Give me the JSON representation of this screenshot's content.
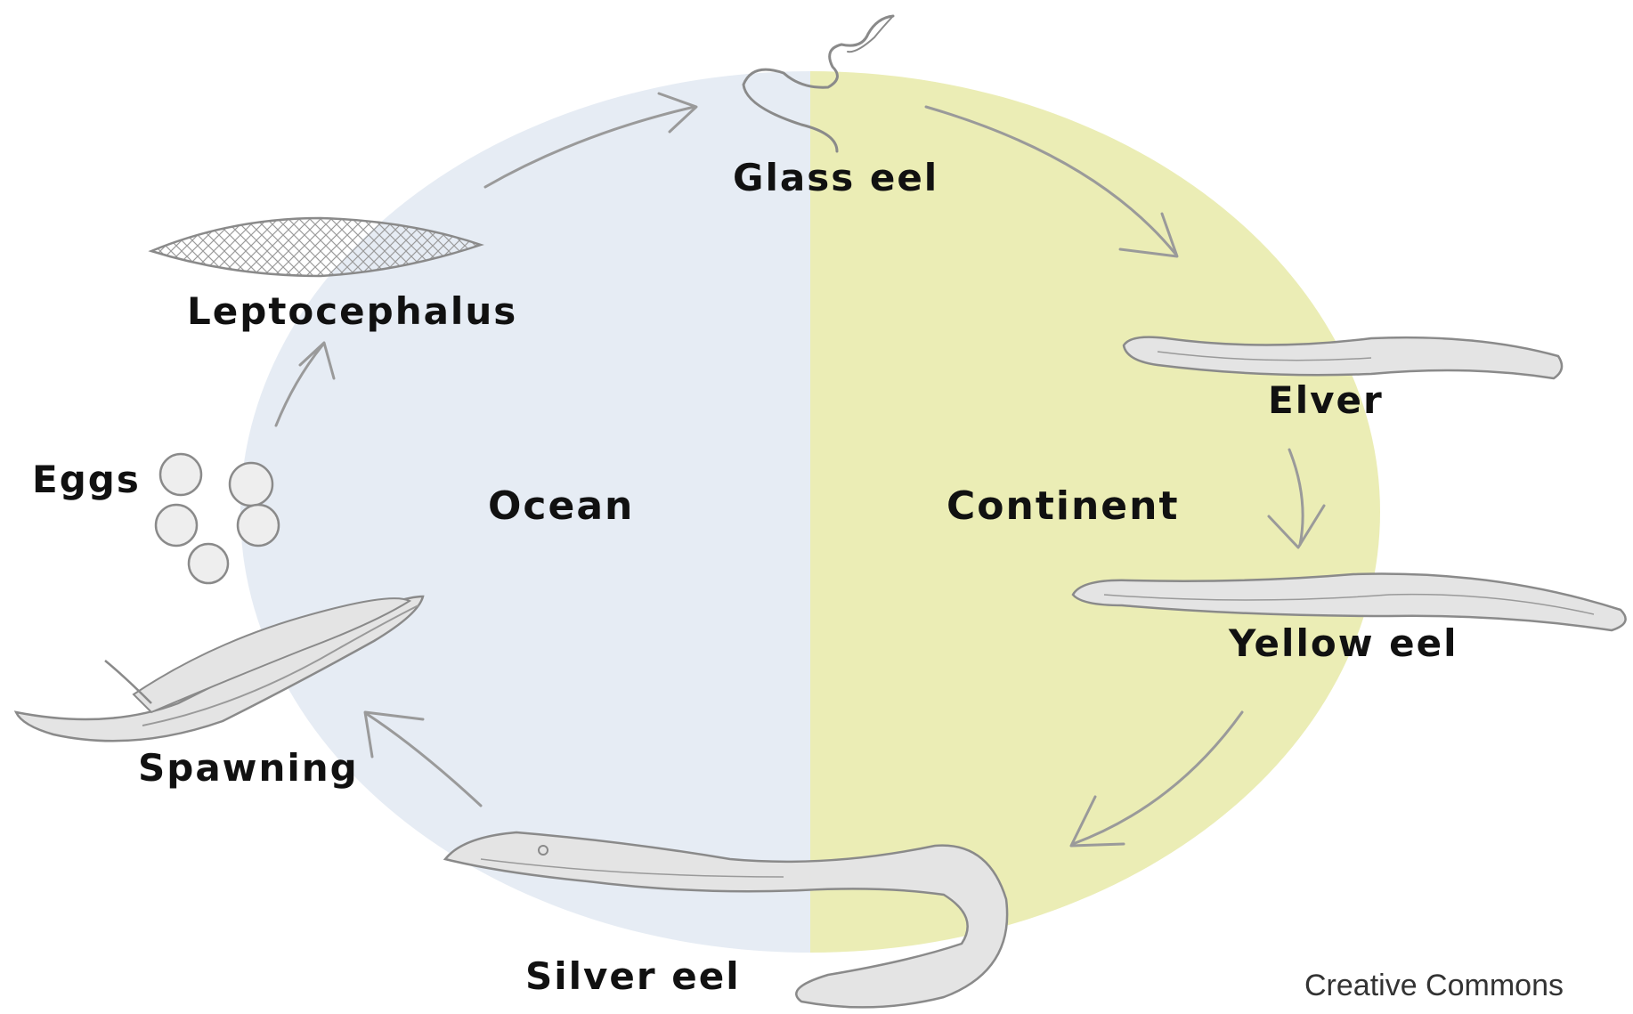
{
  "diagram": {
    "regions": {
      "ocean": "Ocean",
      "continent": "Continent"
    },
    "stages": {
      "glass_eel": "Glass eel",
      "elver": "Elver",
      "yellow_eel": "Yellow eel",
      "silver_eel": "Silver eel",
      "spawning": "Spawning",
      "eggs": "Eggs",
      "leptocephalus": "Leptocephalus"
    },
    "credit": "Creative Commons",
    "colors": {
      "ocean": "#e6ecf4",
      "continent": "#ebedb5",
      "arrow": "#9a9a9a",
      "eel_fill": "#e4e4e4",
      "eel_stroke": "#888888"
    }
  }
}
